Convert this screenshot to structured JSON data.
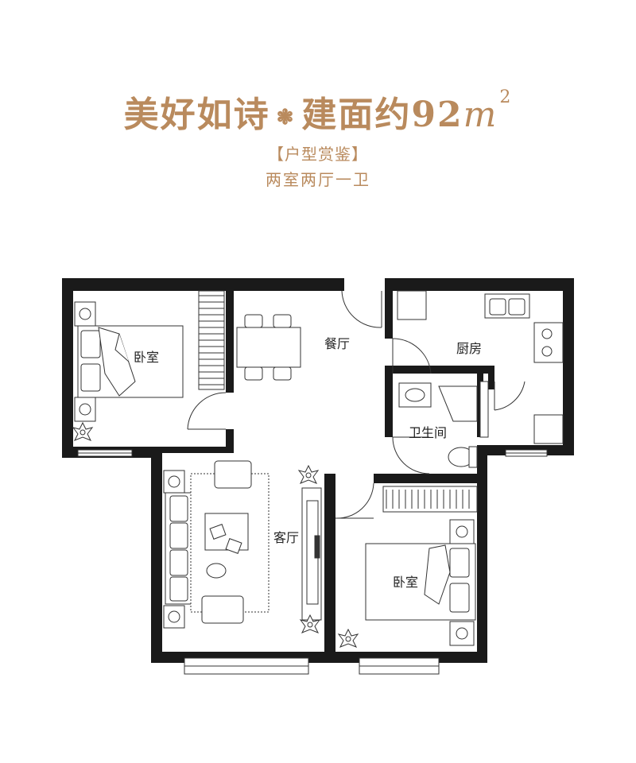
{
  "header": {
    "title_part1": "美好如诗",
    "separator_glyph": "❃",
    "title_part2": "建面约92",
    "unit": "m",
    "unit_sup": "2",
    "subtitle": "【户型赏鉴】",
    "layout": "两室两厅一卫"
  },
  "rooms": {
    "bedroom_master": "卧室",
    "dining": "餐厅",
    "kitchen": "厨房",
    "bathroom": "卫生间",
    "living": "客厅",
    "bedroom_second": "卧室"
  },
  "colors": {
    "accent": "#b98a5d",
    "wall": "#1a1a1a"
  }
}
